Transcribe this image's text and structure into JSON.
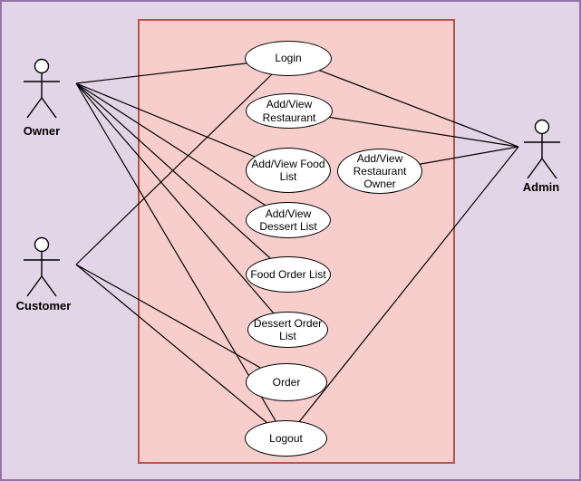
{
  "diagram": {
    "type": "uml-use-case",
    "actors": [
      {
        "id": "owner",
        "label": "Owner"
      },
      {
        "id": "customer",
        "label": "Customer"
      },
      {
        "id": "admin",
        "label": "Admin"
      }
    ],
    "use_cases": [
      {
        "id": "login",
        "label": "Login"
      },
      {
        "id": "restaurant",
        "label": "Add/View Restaurant"
      },
      {
        "id": "food_list",
        "label": "Add/View Food List"
      },
      {
        "id": "restaurant_owner",
        "label": "Add/View Restaurant Owner"
      },
      {
        "id": "dessert_list",
        "label": "Add/View Dessert List"
      },
      {
        "id": "food_order_list",
        "label": "Food Order List"
      },
      {
        "id": "dessert_order_list",
        "label": "Dessert Order List"
      },
      {
        "id": "order",
        "label": "Order"
      },
      {
        "id": "logout",
        "label": "Logout"
      }
    ],
    "connections": [
      [
        "owner",
        "login"
      ],
      [
        "owner",
        "food_list"
      ],
      [
        "owner",
        "dessert_list"
      ],
      [
        "owner",
        "food_order_list"
      ],
      [
        "owner",
        "dessert_order_list"
      ],
      [
        "owner",
        "logout"
      ],
      [
        "customer",
        "login"
      ],
      [
        "customer",
        "order"
      ],
      [
        "customer",
        "logout"
      ],
      [
        "admin",
        "login"
      ],
      [
        "admin",
        "restaurant"
      ],
      [
        "admin",
        "restaurant_owner"
      ],
      [
        "admin",
        "logout"
      ]
    ],
    "colors": {
      "background": "#e1d5e7",
      "outer_border": "#9673a6",
      "boundary_fill": "#f8cecc",
      "boundary_stroke": "#b85450",
      "node_fill": "#ffffff",
      "node_stroke": "#000000",
      "edge_stroke": "#000000",
      "text": "#000000"
    }
  }
}
